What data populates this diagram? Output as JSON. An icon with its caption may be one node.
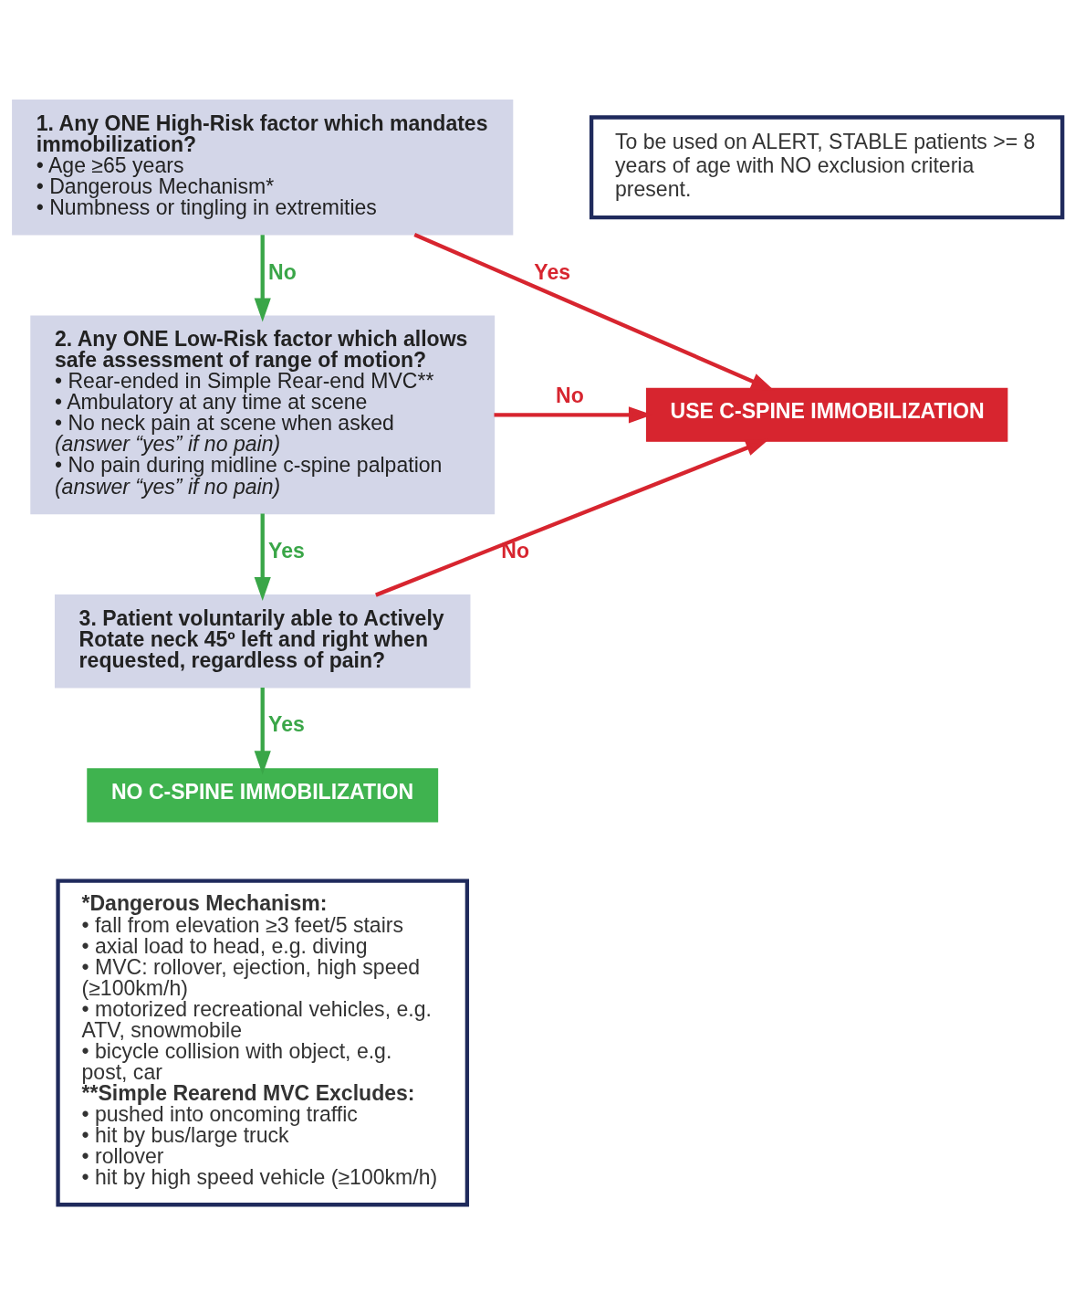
{
  "diagram": {
    "nodes": [
      {
        "text": [
          "1. Any ONE High-Risk factor which mandates immobilization?",
          "• Age ≥65 years",
          "• Dangerous Mechanism*",
          "• Numbness or tingling in extremities"
        ]
      },
      {
        "text": [
          "2. Any ONE Low-Risk factor which allows safe assessment of range of motion?",
          "• Rear-ended in Simple Rear-end MVC**",
          "• Ambulatory at any time at scene",
          "• No neck pain at scene when asked",
          "(answer “yes” if no pain)",
          "• No pain during midline c-spine palpation",
          "(answer “yes” if no pain)"
        ]
      },
      {
        "text": [
          "3. Patient voluntarily able to Actively Rotate neck 45º left and right when requested, regardless of pain?"
        ]
      },
      {
        "text": [
          "NO C-SPINE IMMOBILIZATION"
        ]
      },
      {
        "text": [
          "USE C-SPINE IMMOBILIZATION"
        ]
      },
      {
        "text": [
          "To be used on ALERT, STABLE patients >= 8 years of age with NO exclusion criteria present."
        ]
      },
      {
        "text": [
          "*Dangerous Mechanism:",
          "• fall from elevation ≥3 feet/5 stairs",
          "• axial load to head, e.g. diving",
          "• MVC: rollover, ejection, high speed (≥100km/h)",
          "• motorized recreational vehicles, e.g. ATV, snowmobile",
          "• bicycle collision with object, e.g. post, car",
          "**Simple Rearend MVC Excludes:",
          "• pushed into oncoming traffic",
          "• hit by bus/large truck",
          "• rollover",
          "• hit by high speed vehicle (≥100km/h)"
        ]
      }
    ],
    "edges": [
      {
        "from": 0,
        "to": 1,
        "arrow": "to",
        "label": "No",
        "color": "#3aa648"
      },
      {
        "from": 1,
        "to": 2,
        "arrow": "to",
        "label": "Yes",
        "color": "#3aa648"
      },
      {
        "from": 2,
        "to": 3,
        "arrow": "to",
        "label": "Yes",
        "color": "#3aa648"
      },
      {
        "from": 0,
        "to": 4,
        "arrow": "to",
        "label": "Yes",
        "color": "#d7252f"
      },
      {
        "from": 1,
        "to": 4,
        "arrow": "to",
        "label": "No",
        "color": "#d7252f"
      },
      {
        "from": 2,
        "to": 4,
        "arrow": "to",
        "label": "No",
        "color": "#d7252f"
      }
    ]
  }
}
